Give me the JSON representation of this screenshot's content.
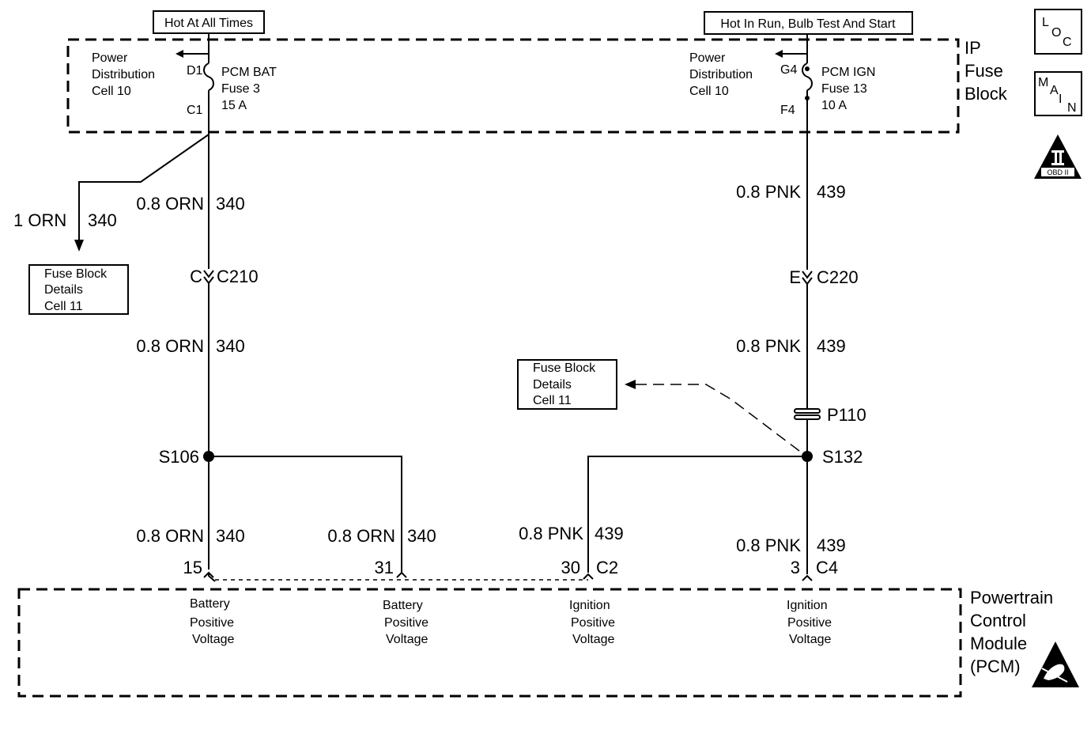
{
  "header": {
    "left_box": "Hot At All Times",
    "right_box": "Hot In Run, Bulb Test And Start"
  },
  "ip_fuse_block": {
    "label_lines": [
      "IP",
      "Fuse",
      "Block"
    ],
    "left": {
      "power_ref": [
        "Power",
        "Distribution",
        "Cell 10"
      ],
      "top_pin": "D1",
      "bottom_pin": "C1",
      "fuse_lines": [
        "PCM BAT",
        "Fuse 3",
        "15 A"
      ]
    },
    "right": {
      "power_ref": [
        "Power",
        "Distribution",
        "Cell 10"
      ],
      "top_pin": "G4",
      "bottom_pin": "F4",
      "fuse_lines": [
        "PCM IGN",
        "Fuse 13",
        "10 A"
      ]
    }
  },
  "side_icons": {
    "loc": [
      "L",
      "O",
      "C"
    ],
    "main": [
      "M",
      "A",
      "I",
      "N"
    ],
    "obd": [
      "II",
      "OBD II"
    ]
  },
  "wires": {
    "branch": {
      "size_color": "1 ORN",
      "circuit": "340"
    },
    "left_top": {
      "size_color": "0.8 ORN",
      "circuit": "340"
    },
    "left_mid": {
      "size_color": "0.8 ORN",
      "circuit": "340"
    },
    "left_bottom": {
      "size_color": "0.8 ORN",
      "circuit": "340"
    },
    "left_b2": {
      "size_color": "0.8 ORN",
      "circuit": "340"
    },
    "right_b2": {
      "size_color": "0.8 PNK",
      "circuit": "439"
    },
    "right_top": {
      "size_color": "0.8 PNK",
      "circuit": "439"
    },
    "right_mid": {
      "size_color": "0.8 PNK",
      "circuit": "439"
    },
    "right_bottom": {
      "size_color": "0.8 PNK",
      "circuit": "439"
    }
  },
  "connectors": {
    "c210": {
      "pin": "C",
      "name": "C210"
    },
    "c220": {
      "pin": "E",
      "name": "C220"
    },
    "p110": "P110"
  },
  "splices": {
    "left": "S106",
    "right": "S132"
  },
  "fuse_block_details": {
    "left": [
      "Fuse Block",
      "Details",
      "Cell 11"
    ],
    "right": [
      "Fuse Block",
      "Details",
      "Cell 11"
    ]
  },
  "pcm": {
    "label_lines": [
      "Powertrain",
      "Control",
      "Module",
      "(PCM)"
    ],
    "pins": [
      {
        "pin": "15",
        "connector": "",
        "function": [
          "Battery",
          "Positive",
          "Voltage"
        ]
      },
      {
        "pin": "31",
        "connector": "",
        "function": [
          "Battery",
          "Positive",
          "Voltage"
        ]
      },
      {
        "pin": "30",
        "connector": "C2",
        "function": [
          "Ignition",
          "Positive",
          "Voltage"
        ]
      },
      {
        "pin": "3",
        "connector": "C4",
        "function": [
          "Ignition",
          "Positive",
          "Voltage"
        ]
      }
    ]
  }
}
